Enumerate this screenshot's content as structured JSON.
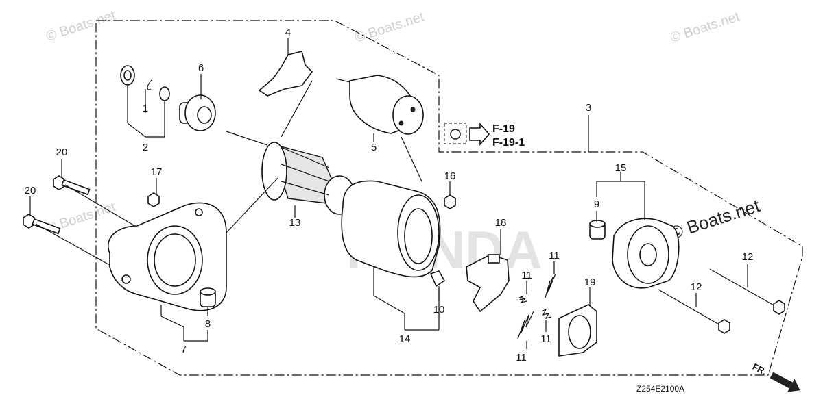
{
  "watermark": "© Boats.net",
  "brand_watermark": "HONDA",
  "diagram_code": "Z254E2100A",
  "direction_label": "FR.",
  "refs": [
    "F-19",
    "F-19-1"
  ],
  "callouts": {
    "c1": "1",
    "c2": "2",
    "c3": "3",
    "c4": "4",
    "c5": "5",
    "c6": "6",
    "c7": "7",
    "c8": "8",
    "c9": "9",
    "c10": "10",
    "c11a": "11",
    "c11b": "11",
    "c11c": "11",
    "c11d": "11",
    "c12a": "12",
    "c12b": "12",
    "c13": "13",
    "c14": "14",
    "c15": "15",
    "c16": "16",
    "c17": "17",
    "c18": "18",
    "c19": "19",
    "c20a": "20",
    "c20b": "20"
  }
}
